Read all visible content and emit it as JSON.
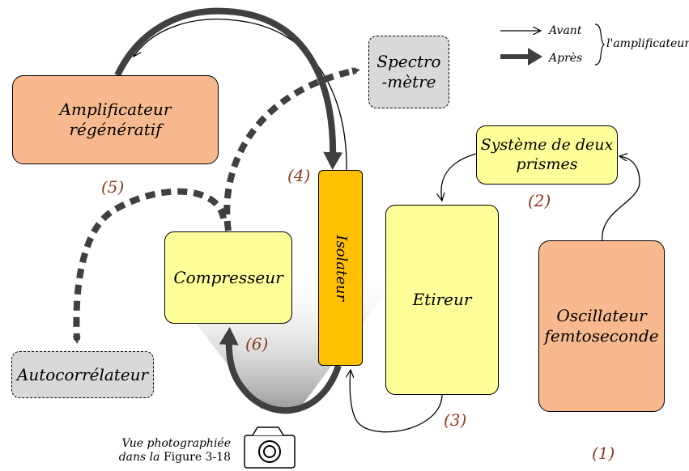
{
  "boxes": {
    "amplificateur": "Amplificateur régénératif",
    "spectrometre_line1": "Spectro",
    "spectrometre_line2": "-mètre",
    "systeme_line1": "Système de deux",
    "systeme_line2": "prismes",
    "isolateur": "Isolateur",
    "compresseur": "Compresseur",
    "etireur": "Etireur",
    "oscillateur_line1": "Oscillateur",
    "oscillateur_line2": "femtoseconde",
    "autocorrelateur": "Autocorrélateur"
  },
  "step_labels": {
    "s1": "(1)",
    "s2": "(2)",
    "s3": "(3)",
    "s4": "(4)",
    "s5": "(5)",
    "s6": "(6)"
  },
  "legend": {
    "avant": "Avant",
    "apres": "Après",
    "amplificateur": "l'amplificateur"
  },
  "caption": {
    "line1": "Vue photographiée",
    "line2_italic": "dans la",
    "line2_normal": " Figure 3-18"
  },
  "colors": {
    "orange_box": "#f8b98e",
    "yellow_box": "#ffff99",
    "gray_box": "#d9d9d9",
    "isolateur": "#ffc000",
    "step_label": "#8b3a1f",
    "beam": "#404040"
  }
}
